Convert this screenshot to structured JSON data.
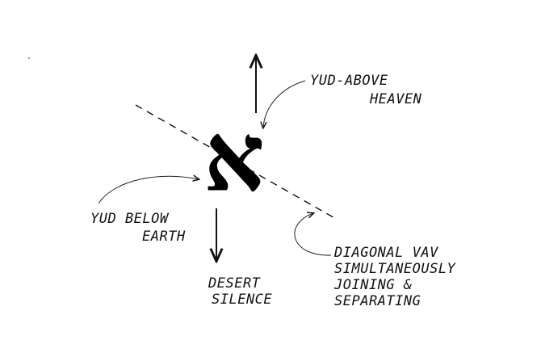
{
  "center_letter": "א",
  "labels": {
    "top_right": [
      "YUD-ABOVE",
      "HEAVEN"
    ],
    "left": [
      "YUD BELOW",
      "EARTH"
    ],
    "bottom": [
      "DESERT",
      "SILENCE"
    ],
    "bottom_right": [
      "DIAGONAL VAV",
      "SIMULTANEOUSLY",
      "JOINING &",
      "SEPARATING"
    ]
  },
  "colors": {
    "ink": "#111111",
    "background": "#ffffff"
  }
}
